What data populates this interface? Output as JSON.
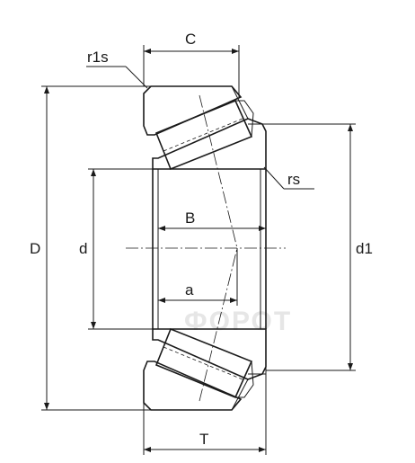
{
  "labels": {
    "C": "C",
    "r1s": "r1s",
    "rs": "rs",
    "D": "D",
    "d": "d",
    "B": "B",
    "d1": "d1",
    "a": "a",
    "T": "T"
  },
  "watermark": "ФОРОТ",
  "colors": {
    "line": "#1a1a1a",
    "watermark": "#e6e6e6",
    "background": "#ffffff"
  }
}
